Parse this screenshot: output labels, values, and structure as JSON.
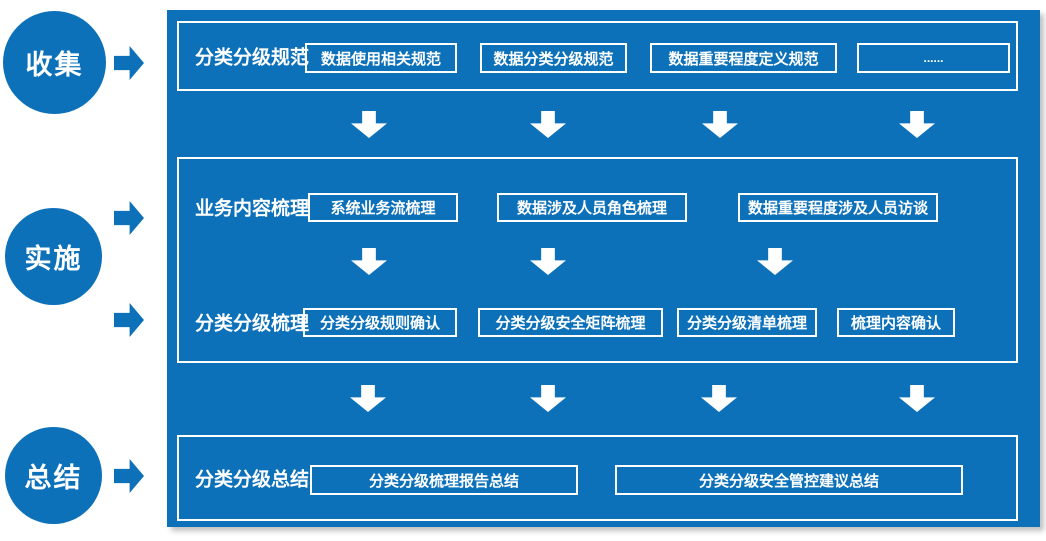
{
  "colors": {
    "primary_blue": "#0d71ba",
    "white": "#ffffff"
  },
  "stages": [
    {
      "label": "收集"
    },
    {
      "label": "实施"
    },
    {
      "label": "总结"
    }
  ],
  "rows": [
    {
      "title": "分类分级规范",
      "boxes": [
        "数据使用相关规范",
        "数据分类分级规范",
        "数据重要程度定义规范",
        "......"
      ]
    },
    {
      "title": "业务内容梳理",
      "boxes": [
        "系统业务流梳理",
        "数据涉及人员角色梳理",
        "数据重要程度涉及人员访谈"
      ]
    },
    {
      "title": "分类分级梳理",
      "boxes": [
        "分类分级规则确认",
        "分类分级安全矩阵梳理",
        "分类分级清单梳理",
        "梳理内容确认"
      ]
    },
    {
      "title": "分类分级总结",
      "boxes": [
        "分类分级梳理报告总结",
        "分类分级安全管控建议总结"
      ]
    }
  ]
}
